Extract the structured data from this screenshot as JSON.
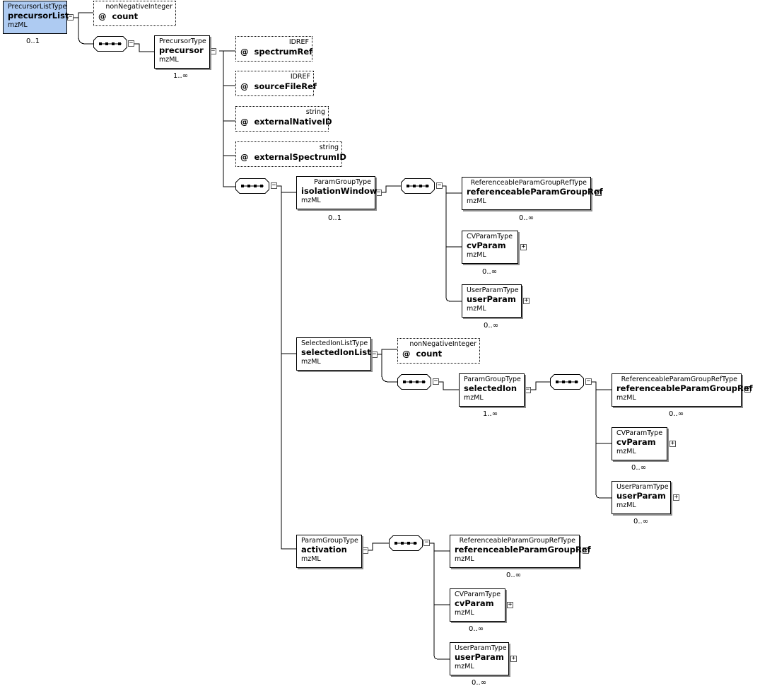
{
  "colors": {
    "root_fill": "#aecbf2",
    "box_border": "#000000",
    "shadow": "#8c8c8c"
  },
  "icons": {
    "expand": "+",
    "collapse": "−",
    "attribute": "@",
    "sequence": "sequence-compositor-icon"
  },
  "root": {
    "type": "PrecursorListType",
    "name": "precursorList",
    "ns": "mzML",
    "card": "0..1"
  },
  "root_count": {
    "type": "nonNegativeInteger",
    "name": "count"
  },
  "precursor": {
    "type": "PrecursorType",
    "name": "precursor",
    "ns": "mzML",
    "card": "1..∞"
  },
  "attr_spectrumRef": {
    "type": "IDREF",
    "name": "spectrumRef"
  },
  "attr_sourceFileRef": {
    "type": "IDREF",
    "name": "sourceFileRef"
  },
  "attr_externalNativeID": {
    "type": "string",
    "name": "externalNativeID"
  },
  "attr_externalSpectrumID": {
    "type": "string",
    "name": "externalSpectrumID"
  },
  "isolationWindow": {
    "type": "ParamGroupType",
    "name": "isolationWindow",
    "ns": "mzML",
    "card": "0..1"
  },
  "iw_ref": {
    "type": "ReferenceableParamGroupRefType",
    "name": "referenceableParamGroupRef",
    "ns": "mzML",
    "card": "0..∞"
  },
  "iw_cv": {
    "type": "CVParamType",
    "name": "cvParam",
    "ns": "mzML",
    "card": "0..∞"
  },
  "iw_user": {
    "type": "UserParamType",
    "name": "userParam",
    "ns": "mzML",
    "card": "0..∞"
  },
  "selectedIonList": {
    "type": "SelectedIonListType",
    "name": "selectedIonList",
    "ns": "mzML"
  },
  "sil_count": {
    "type": "nonNegativeInteger",
    "name": "count"
  },
  "selectedIon": {
    "type": "ParamGroupType",
    "name": "selectedIon",
    "ns": "mzML",
    "card": "1..∞"
  },
  "si_ref": {
    "type": "ReferenceableParamGroupRefType",
    "name": "referenceableParamGroupRef",
    "ns": "mzML",
    "card": "0..∞"
  },
  "si_cv": {
    "type": "CVParamType",
    "name": "cvParam",
    "ns": "mzML",
    "card": "0..∞"
  },
  "si_user": {
    "type": "UserParamType",
    "name": "userParam",
    "ns": "mzML",
    "card": "0..∞"
  },
  "activation": {
    "type": "ParamGroupType",
    "name": "activation",
    "ns": "mzML"
  },
  "ac_ref": {
    "type": "ReferenceableParamGroupRefType",
    "name": "referenceableParamGroupRef",
    "ns": "mzML",
    "card": "0..∞"
  },
  "ac_cv": {
    "type": "CVParamType",
    "name": "cvParam",
    "ns": "mzML",
    "card": "0..∞"
  },
  "ac_user": {
    "type": "UserParamType",
    "name": "userParam",
    "ns": "mzML",
    "card": "0..∞"
  }
}
